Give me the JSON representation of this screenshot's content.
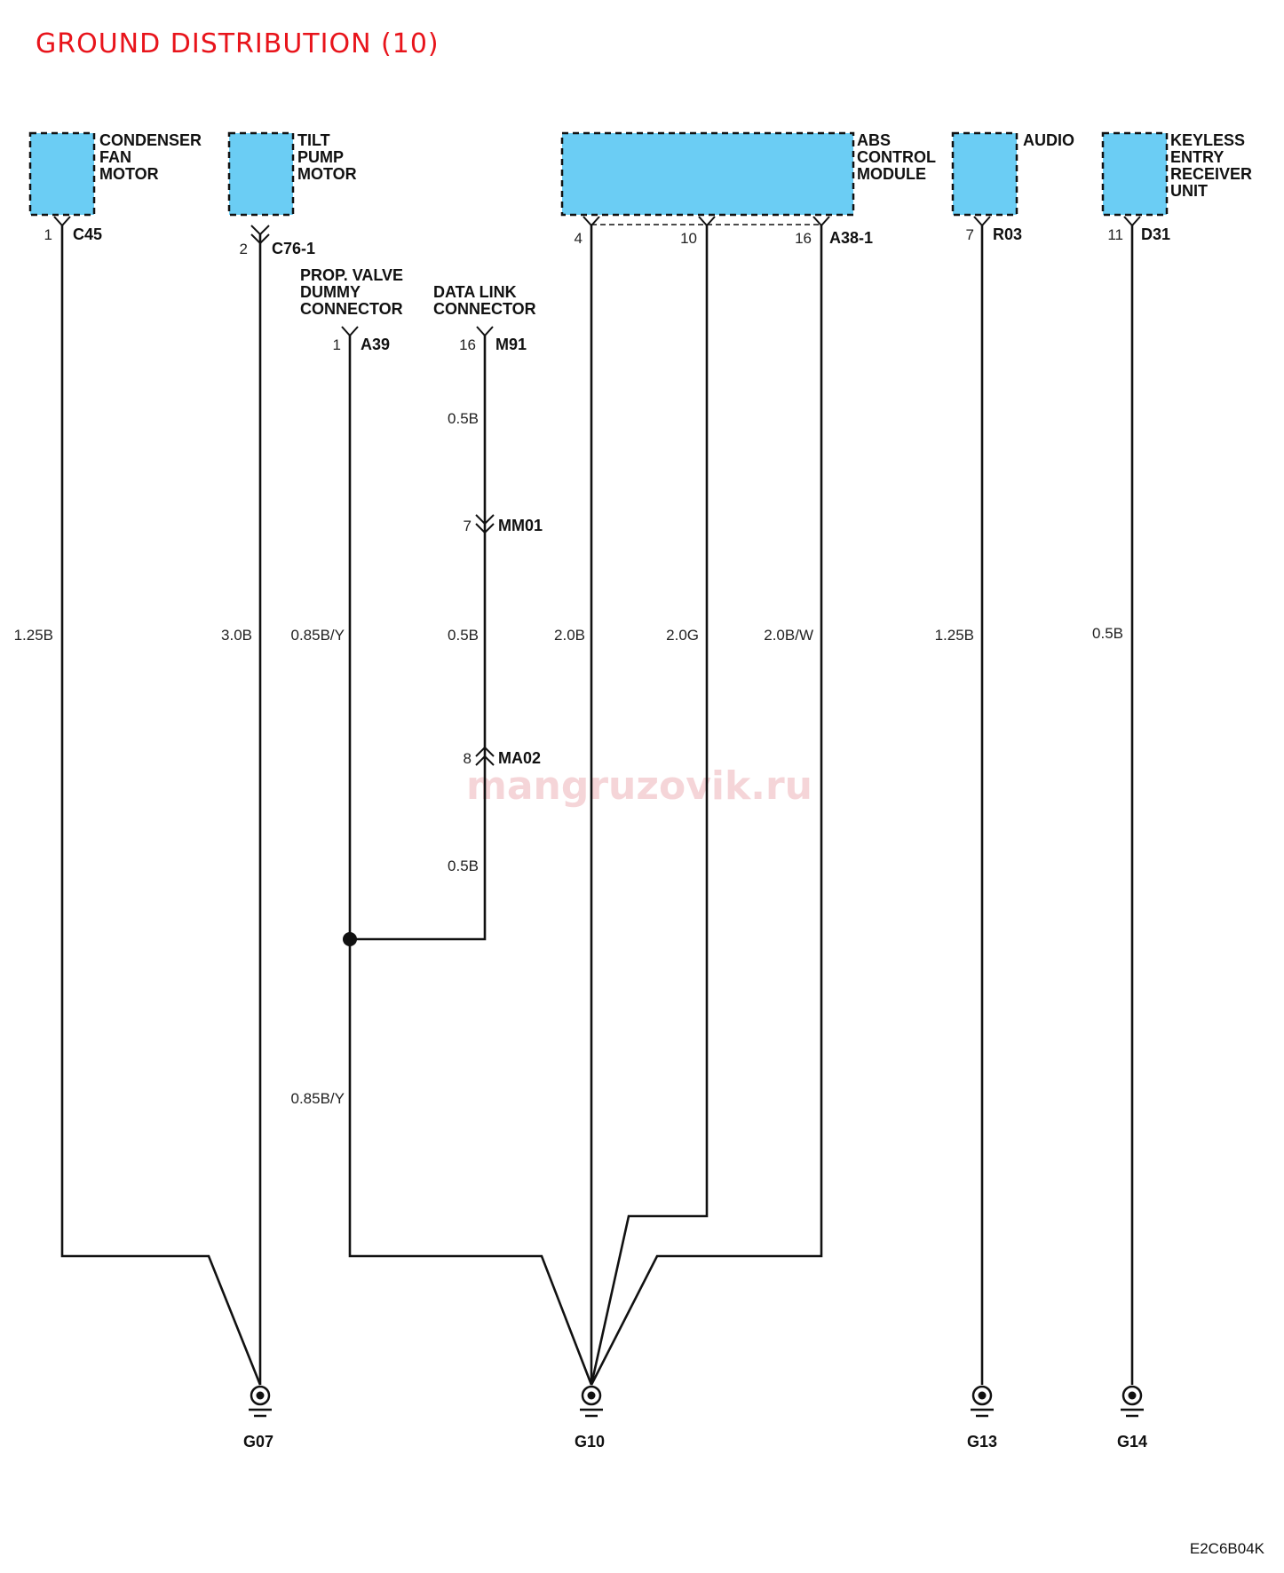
{
  "title": "GROUND DISTRIBUTION (10)",
  "title_color": "#e8141b",
  "component_fill": "#6bcdf4",
  "diagram_code": "E2C6B04K",
  "watermark": "mangruzovik.ru",
  "components": [
    {
      "id": "condenser",
      "name": [
        "CONDENSER",
        "FAN",
        "MOTOR"
      ],
      "connector": "C45",
      "pin": "1"
    },
    {
      "id": "tilt",
      "name": [
        "TILT",
        "PUMP",
        "MOTOR"
      ],
      "connector": "C76-1",
      "pin": "2"
    },
    {
      "id": "abs",
      "name": [
        "ABS",
        "CONTROL",
        "MODULE"
      ],
      "connector": "A38-1",
      "pins": [
        "4",
        "10",
        "16"
      ]
    },
    {
      "id": "audio",
      "name": [
        "AUDIO"
      ],
      "connector": "R03",
      "pin": "7"
    },
    {
      "id": "keyless",
      "name": [
        "KEYLESS",
        "ENTRY",
        "RECEIVER",
        "UNIT"
      ],
      "connector": "D31",
      "pin": "11"
    }
  ],
  "connectors": {
    "prop_valve": {
      "name": [
        "PROP. VALVE",
        "DUMMY",
        "CONNECTOR"
      ],
      "connector": "A39",
      "pin": "1"
    },
    "data_link": {
      "name": [
        "DATA  LINK",
        "CONNECTOR"
      ],
      "connector": "M91",
      "pin": "16"
    },
    "mm01": {
      "connector": "MM01",
      "pin": "7"
    },
    "ma02": {
      "connector": "MA02",
      "pin": "8"
    }
  },
  "wires": {
    "c45": "1.25B",
    "c76": "3.0B",
    "a39_upper": "0.85B/Y",
    "m91_top": "0.5B",
    "m91_mid": "0.5B",
    "m91_bottom": "0.5B",
    "a39_lower": "0.85B/Y",
    "abs4": "2.0B",
    "abs10": "2.0G",
    "abs16": "2.0B/W",
    "r03": "1.25B",
    "d31": "0.5B"
  },
  "grounds": [
    "G07",
    "G10",
    "G13",
    "G14"
  ]
}
